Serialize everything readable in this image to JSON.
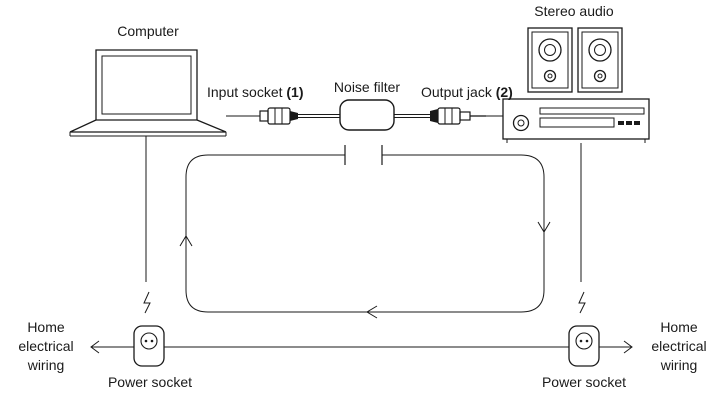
{
  "labels": {
    "computer": "Computer",
    "stereo_audio": "Stereo audio",
    "input_socket": "Input socket ",
    "input_socket_num": "(1)",
    "noise_filter": "Noise filter",
    "output_jack": "Output jack ",
    "output_jack_num": "(2)",
    "home_left_1": "Home",
    "home_left_2": "electrical",
    "home_left_3": "wiring",
    "home_right_1": "Home",
    "home_right_2": "electrical",
    "home_right_3": "wiring",
    "power_socket_left": "Power socket",
    "power_socket_right": "Power socket"
  },
  "icons": {
    "laptop": "laptop-icon",
    "speakers": "speaker-icon",
    "amplifier": "amplifier-icon",
    "noise_filter": "noise-filter-icon",
    "plug_left": "plug-icon",
    "plug_right": "plug-icon",
    "power_socket_left": "power-socket-icon",
    "power_socket_right": "power-socket-icon",
    "lightning": "lightning-icon"
  }
}
